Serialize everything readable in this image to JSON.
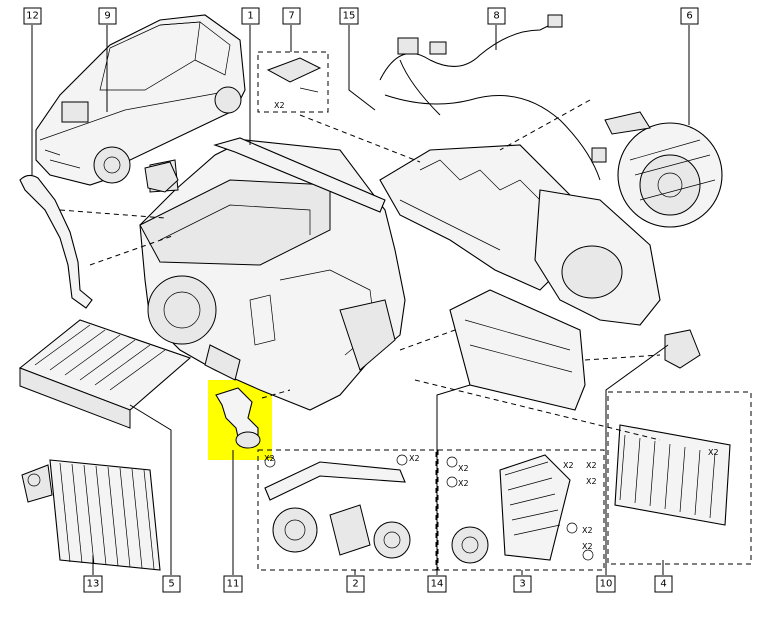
{
  "callouts": {
    "c12": "12",
    "c9": "9",
    "c1": "1",
    "c7": "7",
    "c15": "15",
    "c8": "8",
    "c6": "6",
    "c13": "13",
    "c5": "5",
    "c11": "11",
    "c2": "2",
    "c14": "14",
    "c3": "3",
    "c10": "10",
    "c4": "4"
  },
  "quantity_marks": {
    "q1": "X2",
    "q2": "X2",
    "q3": "X2",
    "q4": "X2",
    "q5": "X2",
    "q6": "X2",
    "q7": "X2",
    "q8": "X2",
    "q9": "X2",
    "q10": "X2",
    "q11": "X2"
  },
  "highlight_color": "#ffff00"
}
